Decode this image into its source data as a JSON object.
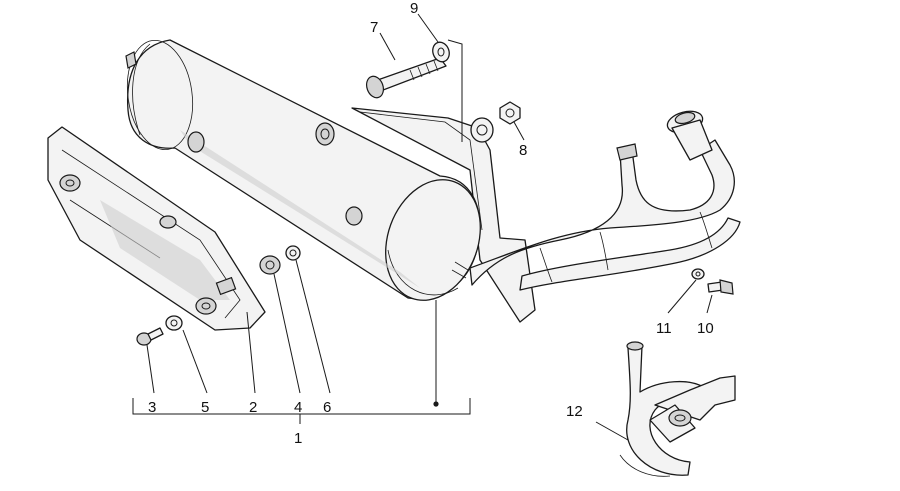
{
  "callouts": {
    "c1": "1",
    "c2": "2",
    "c3": "3",
    "c4": "4",
    "c5": "5",
    "c6": "6",
    "c7": "7",
    "c8": "8",
    "c9": "9",
    "c10": "10",
    "c11": "11",
    "c12": "12"
  },
  "colors": {
    "line": "#1a1a1a",
    "fill": "#f3f3f3",
    "shade": "#cfcfcf",
    "background": "#ffffff"
  }
}
